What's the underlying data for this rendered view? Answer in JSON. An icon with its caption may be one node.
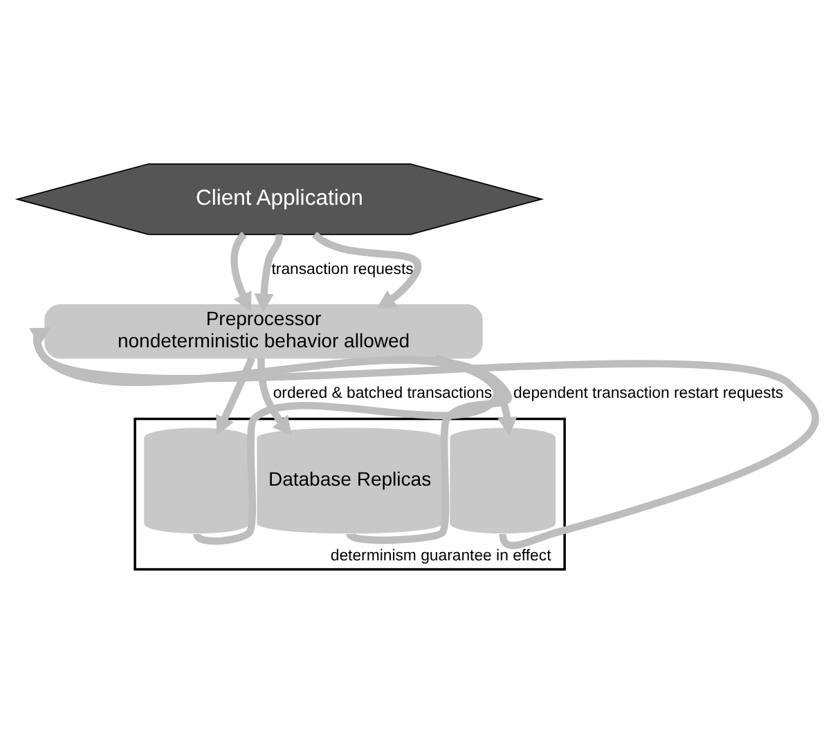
{
  "diagram": {
    "nodes": [
      {
        "text": [
          "Client Application"
        ]
      },
      {
        "text": [
          "Preprocessor",
          "nondeterministic behavior allowed"
        ]
      },
      {
        "text": [
          "determinism guarantee in effect"
        ]
      },
      {
        "text": [],
        "shape": "cylinder",
        "in": 2
      },
      {
        "text": [
          "Database Replicas"
        ],
        "in": 2
      },
      {
        "text": [],
        "shape": "cylinder",
        "in": 2
      }
    ],
    "edges": [
      {
        "from": 0,
        "to": 1,
        "arrow": "to"
      },
      {
        "from": 0,
        "to": 1,
        "arrow": "to",
        "label": "transaction requests"
      },
      {
        "from": 0,
        "to": 1,
        "arrow": "to"
      },
      {
        "from": 1,
        "to": 3,
        "arrow": "to"
      },
      {
        "from": 1,
        "to": 4,
        "arrow": "to",
        "label": "ordered & batched transactions"
      },
      {
        "from": 1,
        "to": 5,
        "arrow": "to"
      },
      {
        "from": 3,
        "to": 1,
        "arrow": "to"
      },
      {
        "from": 4,
        "to": 1,
        "arrow": "to",
        "label": "dependent transaction restart requests"
      },
      {
        "from": 5,
        "to": 1,
        "arrow": "to"
      }
    ]
  }
}
